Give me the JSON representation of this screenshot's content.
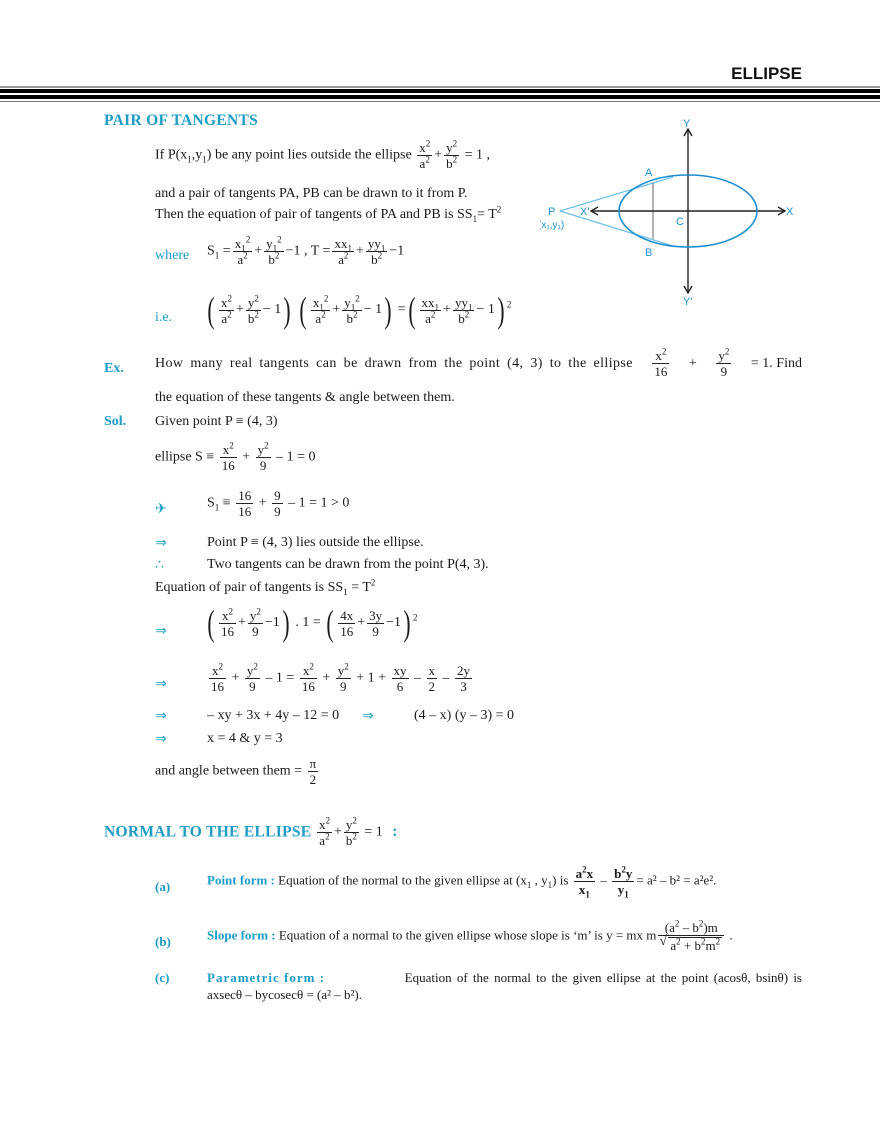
{
  "header": {
    "title": "ELLIPSE"
  },
  "pair_of_tangents": {
    "heading": "PAIR OF TANGENTS",
    "line1_prefix": "If P(x",
    "line1_mid": ",y",
    "line1_suffix": ") be any point lies outside the ellipse",
    "line1_eq": "= 1 ,",
    "line2": "and a pair of tangents PA, PB can be drawn to it from P.",
    "line3": "Then the equation of pair of tangents of PA and PB is SS",
    "line3_suffix": "= T",
    "where_label": "where",
    "ie_label": "i.e."
  },
  "diagram": {
    "labels": {
      "y": "Y",
      "y_prime": "Y'",
      "x": "X",
      "x_prime": "X'",
      "a": "A",
      "b": "B",
      "c": "C",
      "p": "P",
      "p_coords": "(x₁,y₁)"
    },
    "colors": {
      "ellipse": "#1d8fd0",
      "tangent": "#6fc0e8",
      "axis": "#222222",
      "label": "#1d8fd0"
    }
  },
  "example": {
    "ex_label": "Ex.",
    "question_part1": "How many real tangents can be drawn from the point (4, 3) to the ellipse",
    "question_part2": "= 1. Find",
    "question_line2": "the equation of these tangents & angle between them.",
    "sol_label": "Sol.",
    "given": "Given point  P ≡ (4, 3)",
    "ellipse_label": "ellipse  S ≡",
    "ellipse_suffix": "– 1 = 0",
    "s1_arrow": "✈",
    "s1_prefix": "S",
    "s1_eq": "≡",
    "s1_suffix": "– 1 = 1 > 0",
    "implies": "⇒",
    "therefore": "∴",
    "step1": "Point P ≡ (4, 3) lies outside the ellipse.",
    "step2": "Two tangents can be drawn from the point P(4, 3).",
    "eq_pair": "Equation of pair of tangents is   SS",
    "eq_pair_suffix": " = T",
    "step5a": "– xy + 3x + 4y – 12 = 0",
    "step5b": "(4 – x) (y – 3) = 0",
    "step6": "x = 4 & y = 3",
    "angle_text": "and angle between them =",
    "angle_num": "π",
    "angle_den": "2"
  },
  "normal": {
    "heading": "NORMAL TO THE ELLIPSE",
    "heading_suffix": ":",
    "items": [
      {
        "label": "(a)",
        "title": "Point form :",
        "text": "Equation of the normal to the given ellipse at (x",
        "text2": " , y",
        "text3": ") is",
        "result": "= a² – b² = a²e²."
      },
      {
        "label": "(b)",
        "title": "Slope form :",
        "text": "Equation of a normal to the given ellipse whose slope is ‘m’ is y = mx  m",
        "result": "."
      },
      {
        "label": "(c)",
        "title": "Parametric form :",
        "text": "Equation of the normal to the given ellipse at the point (acosθ, bsinθ) is",
        "text_line2": "axsecθ – bycosecθ = (a² – b²)."
      }
    ]
  }
}
